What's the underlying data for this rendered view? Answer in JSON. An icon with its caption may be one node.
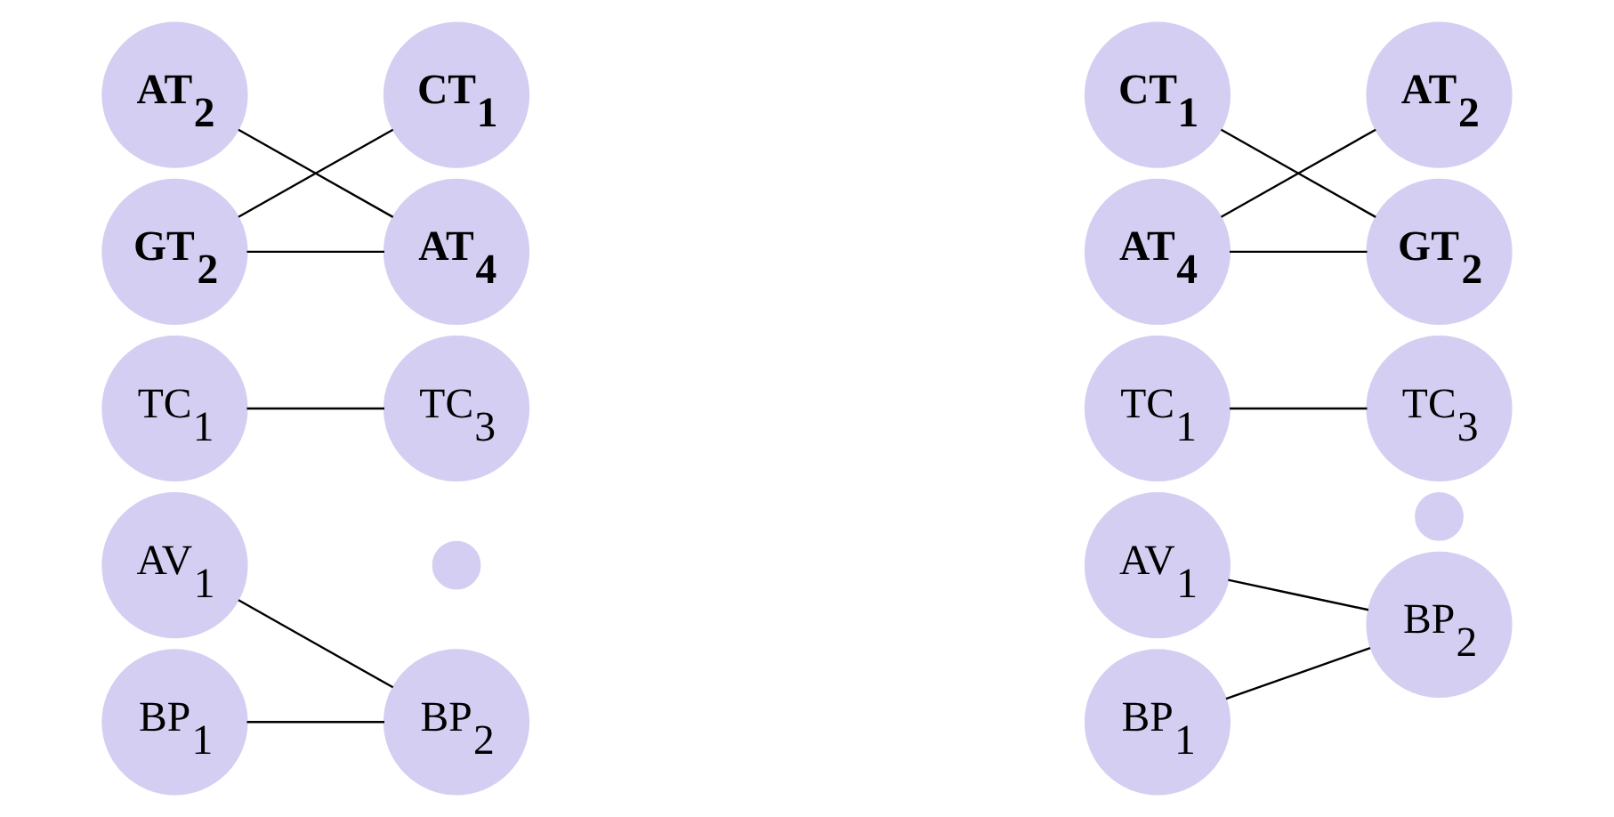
{
  "diagram": {
    "nodes": [
      {
        "text": [
          "AT$_{2}$"
        ]
      },
      {
        "text": [
          "CT$_{1}$"
        ]
      },
      {
        "text": [
          "GT$_{2}$"
        ]
      },
      {
        "text": [
          "AT$_{4}$"
        ]
      },
      {
        "text": [
          "TC$_{1}$"
        ]
      },
      {
        "text": [
          "TC$_{3}$"
        ]
      },
      {
        "text": [
          "AV$_{1}$"
        ]
      },
      {
        "text": [],
        "shape": "circle"
      },
      {
        "text": [
          "BP$_{1}$"
        ]
      },
      {
        "text": [
          "BP$_{2}$"
        ]
      },
      {
        "text": [
          "CT$_{1}$"
        ]
      },
      {
        "text": [
          "AT$_{2}$"
        ]
      },
      {
        "text": [
          "AT$_{4}$"
        ]
      },
      {
        "text": [
          "GT$_{2}$"
        ]
      },
      {
        "text": [
          "TC$_{1}$"
        ]
      },
      {
        "text": [
          "TC$_{3}$"
        ]
      },
      {
        "text": [
          "AV$_{1}$"
        ]
      },
      {
        "text": [],
        "shape": "circle"
      },
      {
        "text": [
          "BP$_{1}$"
        ]
      },
      {
        "text": [
          "BP$_{2}$"
        ]
      }
    ],
    "edges": [
      {
        "from": 0,
        "to": 3,
        "arrow": "none"
      },
      {
        "from": 2,
        "to": 1,
        "arrow": "none"
      },
      {
        "from": 2,
        "to": 3,
        "arrow": "none"
      },
      {
        "from": 4,
        "to": 5,
        "arrow": "none"
      },
      {
        "from": 6,
        "to": 9,
        "arrow": "none"
      },
      {
        "from": 8,
        "to": 9,
        "arrow": "none"
      },
      {
        "from": 10,
        "to": 13,
        "arrow": "none"
      },
      {
        "from": 12,
        "to": 11,
        "arrow": "none"
      },
      {
        "from": 12,
        "to": 13,
        "arrow": "none"
      },
      {
        "from": 14,
        "to": 15,
        "arrow": "none"
      },
      {
        "from": 16,
        "to": 19,
        "arrow": "none"
      },
      {
        "from": 18,
        "to": 19,
        "arrow": "none"
      }
    ]
  }
}
